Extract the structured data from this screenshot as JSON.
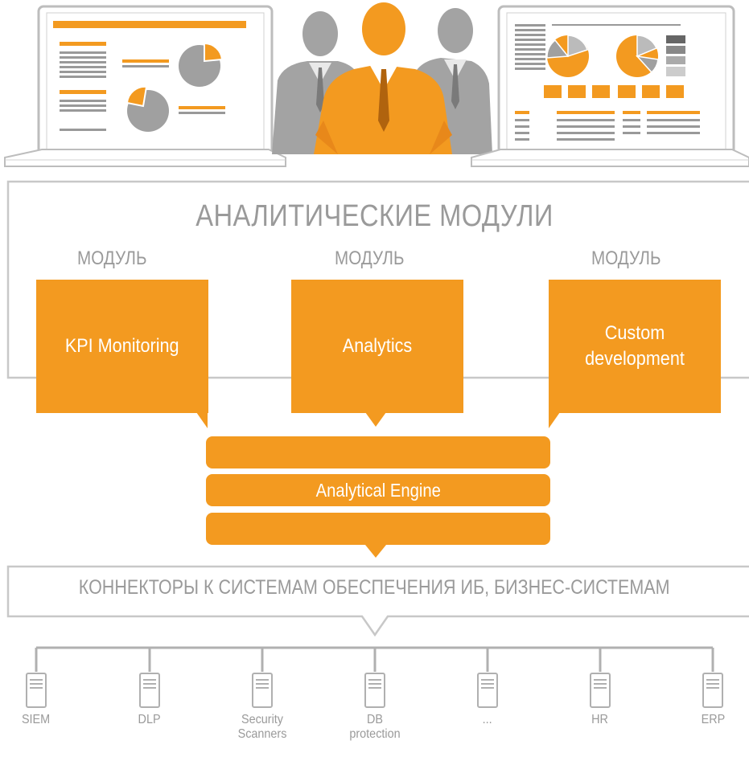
{
  "diagram": {
    "title": "АНАЛИТИЧЕСКИЕ МОДУЛИ",
    "modules": [
      {
        "caption": "МОДУЛЬ",
        "label": "KPI Monitoring"
      },
      {
        "caption": "МОДУЛЬ",
        "label": "Analytics"
      },
      {
        "caption": "МОДУЛЬ",
        "label": "Custom development"
      }
    ],
    "engine_label": "Analytical Engine",
    "connectors_label": "КОННЕКТОРЫ К СИСТЕМАМ ОБЕСПЕЧЕНИЯ ИБ, БИЗНЕС-СИСТЕМАМ",
    "systems": [
      "SIEM",
      "DLP",
      "Security Scanners",
      "DB protection",
      "...",
      "HR",
      "ERP"
    ],
    "colors": {
      "accent": "#f39a20",
      "gray": "#9a9a9a",
      "light_gray": "#c8c8c8"
    },
    "icons": [
      "laptop-dashboard-icon",
      "business-people-icon",
      "server-icon"
    ]
  }
}
